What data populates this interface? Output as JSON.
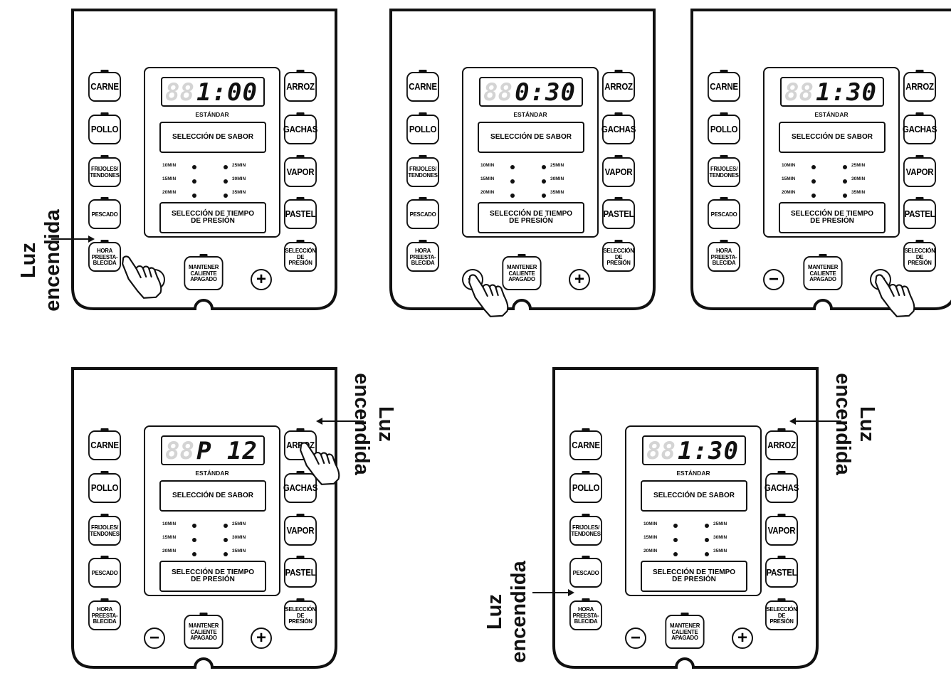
{
  "left_buttons": [
    {
      "id": "carne",
      "label": "CARNE"
    },
    {
      "id": "pollo",
      "label": "POLLO"
    },
    {
      "id": "frijoles",
      "label": "FRIJOLES/\nTENDONES"
    },
    {
      "id": "pescado",
      "label": "PESCADO"
    },
    {
      "id": "hora",
      "label": "HORA\nPREESTA-\nBLECIDA"
    }
  ],
  "right_buttons": [
    {
      "id": "arroz",
      "label": "ARROZ"
    },
    {
      "id": "gachas",
      "label": "GACHAS"
    },
    {
      "id": "vapor",
      "label": "VAPOR"
    },
    {
      "id": "pastel",
      "label": "PASTEL"
    },
    {
      "id": "seleccion",
      "label": "SELECCIÓN\nDE PRESIÓN"
    }
  ],
  "display": {
    "ghost_digits": "88",
    "standard_label": "ESTÁNDAR",
    "flavor_select": "SELECCIÓN DE SABOR",
    "pressure_time_select": "SELECCIÓN DE TIEMPO\nDE PRESIÓN",
    "minutes_left": [
      "10MIN",
      "15MIN",
      "20MIN"
    ],
    "minutes_right": [
      "25MIN",
      "30MIN",
      "35MIN"
    ]
  },
  "bottom_controls": {
    "minus": "−",
    "plus": "+",
    "keep_warm": "MANTENER\nCALIENTE\nAPAGADO"
  },
  "callout_text": "Luz\nencendida",
  "panels": [
    {
      "id": "p1",
      "readout": "1:00",
      "pressed": "hora",
      "callout": "hora-left"
    },
    {
      "id": "p2",
      "readout": "0:30",
      "pressed": "minus",
      "callout": null
    },
    {
      "id": "p3",
      "readout": "1:30",
      "pressed": "plus",
      "callout": null
    },
    {
      "id": "p4",
      "readout": "P 12",
      "pressed": "arroz",
      "callout": "arroz-right"
    },
    {
      "id": "p5",
      "readout": "1:30",
      "pressed": null,
      "callout": "both"
    }
  ]
}
